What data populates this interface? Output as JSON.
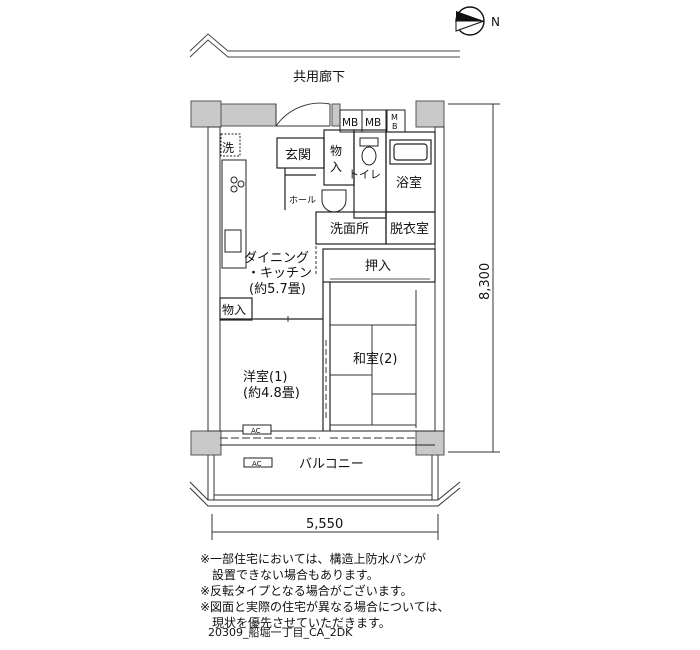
{
  "plan": {
    "corridor": "共用廊下",
    "north_symbol": "N",
    "rooms": {
      "genkan": "玄関",
      "monoire_1": "物",
      "monoire_2": "入",
      "mb_1": "MB",
      "mb_2": "MB",
      "mb_3a": "M",
      "mb_3b": "B",
      "wash": "洗",
      "toilet": "トイレ",
      "hall": "ホール",
      "bath": "浴室",
      "washroom": "洗面所",
      "dressing": "脱衣室",
      "dining_1": "ダイニング",
      "dining_2": "・キッチン",
      "dining_3": "(約5.7畳)",
      "oshiire": "押入",
      "monoire_side": "物入",
      "yoshitsu_1": "洋室(1)",
      "yoshitsu_2": "(約4.8畳)",
      "washitsu": "和室(2)",
      "ac_1": "AC",
      "ac_2": "AC",
      "balcony": "バルコニー"
    },
    "dim_width": "5,550",
    "dim_height": "8,300"
  },
  "notes": [
    "※一部住宅においては、構造上防水パンが",
    "　設置できない場合もあります。",
    "※反転タイプとなる場合がございます。",
    "※図面と実際の住宅が異なる場合については、",
    "　現状を優先させていただきます。"
  ],
  "file_id": "20309_船堀一丁目_CA_2DK"
}
